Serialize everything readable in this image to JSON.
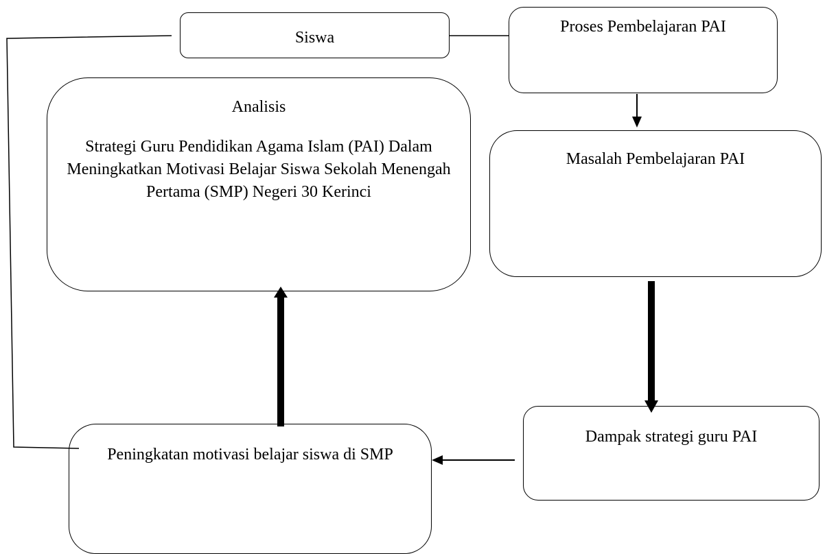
{
  "diagram": {
    "nodes": {
      "siswa": "Siswa",
      "proses": "Proses Pembelajaran PAI",
      "analisis_title": "Analisis",
      "analisis_desc": "Strategi Guru Pendidikan Agama Islam (PAI) Dalam Meningkatkan Motivasi Belajar Siswa Sekolah Menengah Pertama (SMP) Negeri 30 Kerinci",
      "masalah": "Masalah Pembelajaran PAI",
      "dampak": "Dampak strategi guru PAI",
      "peningkatan": "Peningkatan motivasi belajar siswa di SMP"
    },
    "edges": [
      {
        "from": "siswa",
        "to": "proses",
        "type": "line"
      },
      {
        "from": "proses",
        "to": "masalah",
        "type": "arrow"
      },
      {
        "from": "masalah",
        "to": "dampak",
        "type": "thick-arrow"
      },
      {
        "from": "dampak",
        "to": "peningkatan",
        "type": "arrow"
      },
      {
        "from": "peningkatan",
        "to": "analisis",
        "type": "thick-arrow"
      },
      {
        "from": "siswa",
        "to": "peningkatan",
        "type": "line"
      }
    ]
  }
}
